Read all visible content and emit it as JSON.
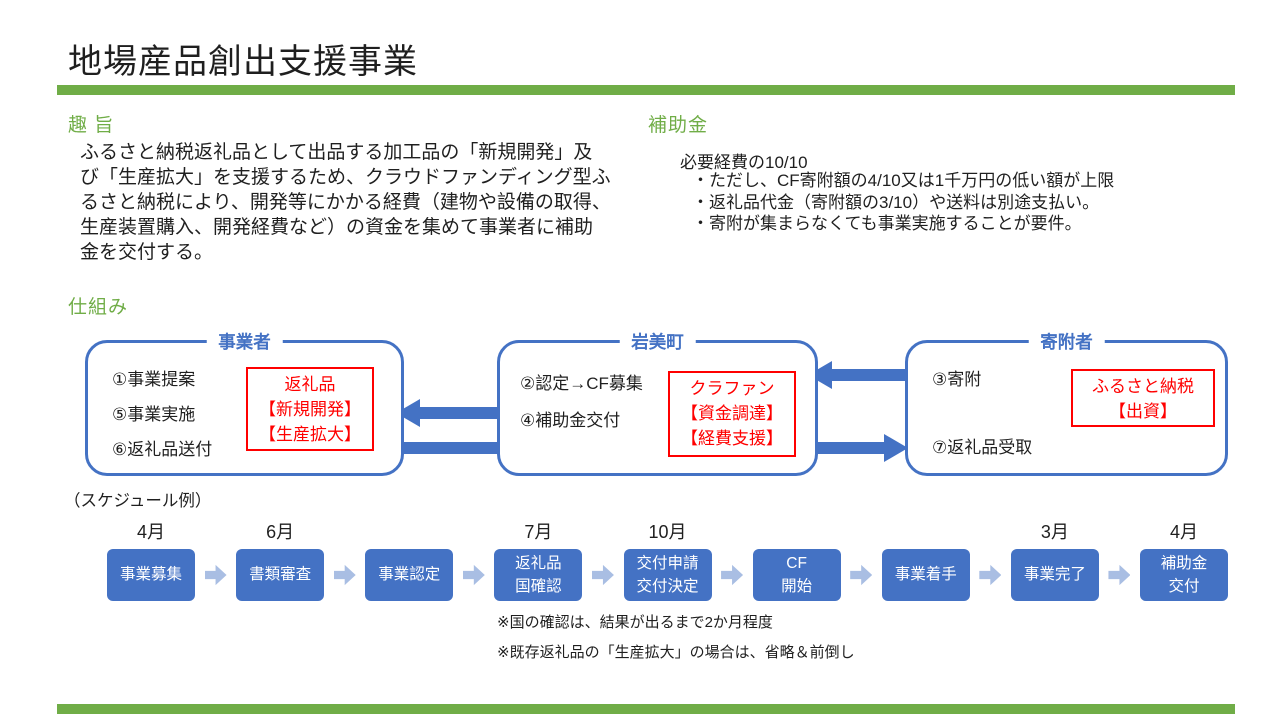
{
  "title": "地場産品創出支援事業",
  "colors": {
    "accent_green": "#70AD47",
    "accent_blue": "#4472C4",
    "accent_light_blue": "#A9BEE3",
    "accent_red": "#FF0000"
  },
  "purpose": {
    "heading": "趣 旨",
    "lines": [
      "ふるさと納税返礼品として出品する加工品の「新規開発」及",
      "び「生産拡大」を支援するため、クラウドファンディング型ふ",
      "るさと納税により、開発等にかかる経費（建物や設備の取得、",
      "生産装置購入、開発経費など）の資金を集めて事業者に補助",
      "金を交付する。"
    ]
  },
  "subsidy": {
    "heading": "補助金",
    "lead": "必要経費の10/10",
    "bullets": [
      "・ただし、CF寄附額の4/10又は1千万円の低い額が上限",
      "・返礼品代金（寄附額の3/10）や送料は別途支払い。",
      "・寄附が集まらなくても事業実施することが要件。"
    ]
  },
  "scheme": {
    "heading": "仕組み",
    "boxes": [
      {
        "label": "事業者",
        "items": [
          "①事業提案",
          "⑤事業実施",
          "⑥返礼品送付"
        ],
        "tag": [
          "返礼品",
          "【新規開発】",
          "【生産拡大】"
        ]
      },
      {
        "label": "岩美町",
        "items": [
          "②認定→CF募集",
          "④補助金交付"
        ],
        "tag": [
          "クラファン",
          "【資金調達】",
          "【経費支援】"
        ]
      },
      {
        "label": "寄附者",
        "items": [
          "③寄附",
          "⑦返礼品受取"
        ],
        "tag": [
          "ふるさと納税",
          "【出資】"
        ]
      }
    ]
  },
  "schedule": {
    "caption": "（スケジュール例）",
    "steps": [
      {
        "month": "4月",
        "lines": [
          "事業募集"
        ]
      },
      {
        "month": "6月",
        "lines": [
          "書類審査"
        ]
      },
      {
        "month": "",
        "lines": [
          "事業認定"
        ]
      },
      {
        "month": "7月",
        "lines": [
          "返礼品",
          "国確認"
        ]
      },
      {
        "month": "10月",
        "lines": [
          "交付申請",
          "交付決定"
        ]
      },
      {
        "month": "",
        "lines": [
          "CF",
          "開始"
        ]
      },
      {
        "month": "",
        "lines": [
          "事業着手"
        ]
      },
      {
        "month": "3月",
        "lines": [
          "事業完了"
        ]
      },
      {
        "month": "4月",
        "lines": [
          "補助金",
          "交付"
        ]
      }
    ],
    "notes": [
      "※国の確認は、結果が出るまで2か月程度",
      "※既存返礼品の「生産拡大」の場合は、省略＆前倒し"
    ]
  }
}
